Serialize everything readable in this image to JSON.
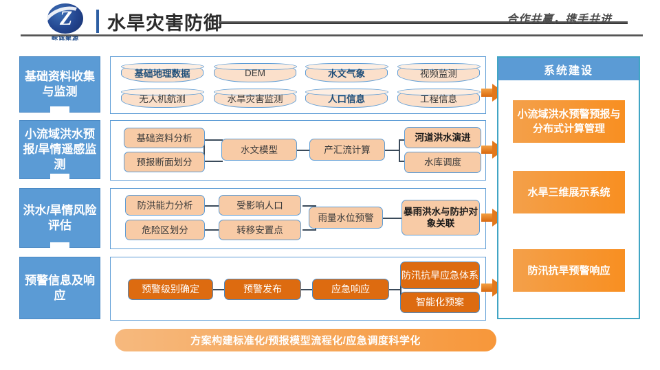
{
  "header": {
    "logo_text": "嵘诚聚源",
    "logo_mark": "Z",
    "title": "水旱灾害防御",
    "slogan": "合作共赢，携手共进"
  },
  "stages": [
    {
      "id": "stage-1",
      "label": "基础资料收集与监测"
    },
    {
      "id": "stage-2",
      "label": "小流域洪水预报/旱情遥感监测"
    },
    {
      "id": "stage-3",
      "label": "洪水/旱情风险评估"
    },
    {
      "id": "stage-4",
      "label": "预警信息及响应"
    }
  ],
  "row1": {
    "items": [
      {
        "label": "基础地理数据",
        "bold": true
      },
      {
        "label": "DEM",
        "bold": false
      },
      {
        "label": "水文气象",
        "bold": true
      },
      {
        "label": "视频监测",
        "bold": false
      },
      {
        "label": "无人机航测",
        "bold": false
      },
      {
        "label": "水旱灾害监测",
        "bold": false
      },
      {
        "label": "人口信息",
        "bold": true
      },
      {
        "label": "工程信息",
        "bold": false
      }
    ]
  },
  "row2": {
    "items": [
      {
        "label": "基础资料分析"
      },
      {
        "label": "预报断面划分"
      },
      {
        "label": "水文模型"
      },
      {
        "label": "产汇流计算"
      },
      {
        "label": "河道洪水演进"
      },
      {
        "label": "水库调度"
      }
    ]
  },
  "row3": {
    "items": [
      {
        "label": "防洪能力分析"
      },
      {
        "label": "危险区划分"
      },
      {
        "label": "受影响人口"
      },
      {
        "label": "转移安置点"
      },
      {
        "label": "雨量水位预警"
      },
      {
        "label": "暴雨洪水与防护对象关联"
      }
    ]
  },
  "row4": {
    "items": [
      {
        "label": "预警级别确定"
      },
      {
        "label": "预警发布"
      },
      {
        "label": "应急响应"
      },
      {
        "label": "防汛抗旱应急体系"
      },
      {
        "label": "智能化预案"
      }
    ]
  },
  "right_panel": {
    "header": "系统建设",
    "boxes": [
      {
        "label": "小流域洪水预警预报与分布式计算管理"
      },
      {
        "label": "水旱三维展示系统"
      },
      {
        "label": "防汛抗旱预警响应"
      }
    ]
  },
  "banner": {
    "label": "方案构建标准化/预报模型流程化/应急调度科学化"
  },
  "colors": {
    "blue": "#5B9BD5",
    "dark_blue": "#1F4E79",
    "orange": "#DD6B10",
    "peach": "#F8CBA6",
    "light_peach": "#FBE0CB",
    "gradient_orange_start": "#F4A04A",
    "gradient_orange_end": "#F88F21",
    "teal_border": "#41A5C4"
  }
}
